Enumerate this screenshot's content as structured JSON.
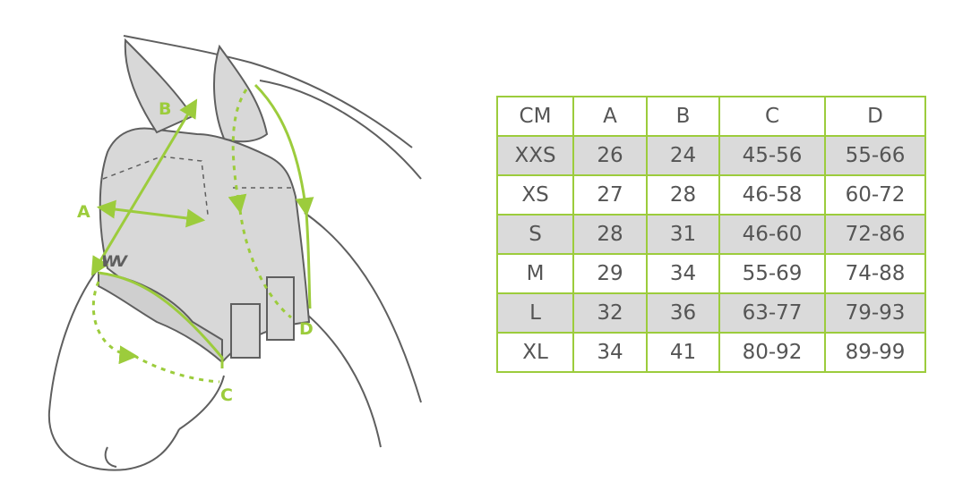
{
  "diagram": {
    "labels": {
      "a": "A",
      "b": "B",
      "c": "C",
      "d": "D"
    },
    "logo_text": "WV",
    "colors": {
      "accent": "#9ccc3c",
      "outline": "#5f5f5f",
      "mask": "#d8d8d8"
    }
  },
  "size_table": {
    "headers": [
      "CM",
      "A",
      "B",
      "C",
      "D"
    ],
    "rows": [
      [
        "XXS",
        "26",
        "24",
        "45-56",
        "55-66"
      ],
      [
        "XS",
        "27",
        "28",
        "46-58",
        "60-72"
      ],
      [
        "S",
        "28",
        "31",
        "46-60",
        "72-86"
      ],
      [
        "M",
        "29",
        "34",
        "55-69",
        "74-88"
      ],
      [
        "L",
        "32",
        "36",
        "63-77",
        "79-93"
      ],
      [
        "XL",
        "34",
        "41",
        "80-92",
        "89-99"
      ]
    ],
    "colors": {
      "border": "#9ccc3c",
      "stripe": "#dadada",
      "text": "#555555"
    }
  }
}
